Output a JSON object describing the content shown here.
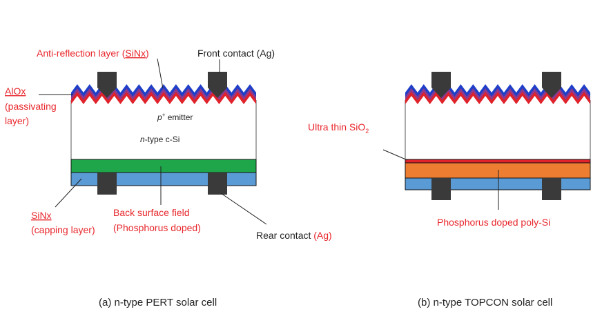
{
  "colors": {
    "antireflection": "#1f3fc8",
    "alox": "#8b3a8f",
    "emitter": "#e0222a",
    "bsf": "#1fa64b",
    "sinx_rear": "#5b9bd5",
    "poly_si": "#ed7d31",
    "sio2": "#e0222a",
    "contact": "#3a3a3a",
    "label_red": "#e8262b"
  },
  "pert": {
    "caption": "(a) n-type PERT solar cell",
    "antireflection_prefix": "Anti-reflection layer (",
    "antireflection_sinx": "SiNx",
    "antireflection_suffix": ")",
    "front_contact": "Front contact (Ag)",
    "alox_line1": "AlOx",
    "alox_line2": "(passivating",
    "alox_line3": "layer)",
    "emitter_p": "p",
    "emitter_sup": "+",
    "emitter_word": " emitter",
    "ntype_italic": "n",
    "ntype_rest": "-type  c-Si",
    "sinx_line1": "SiNx",
    "sinx_line2": "(capping layer)",
    "bsf_line1": "Back surface field",
    "bsf_line2": "(Phosphorus doped)",
    "rear_contact_prefix": "Rear contact ",
    "rear_contact_ag": "(Ag)"
  },
  "topcon": {
    "caption": "(b) n-type TOPCON solar cell",
    "sio2_prefix": "Ultra thin SiO",
    "sio2_sub": "2",
    "poly_label": "Phosphorus doped poly-Si"
  }
}
